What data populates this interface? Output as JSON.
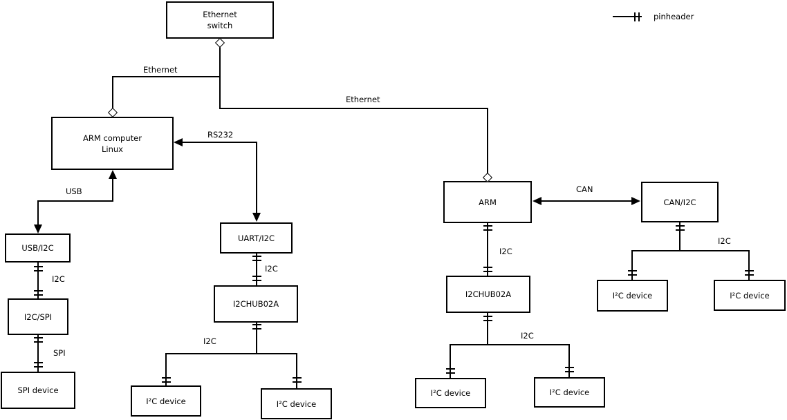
{
  "nodes": {
    "ethernet_switch": {
      "label": "Ethernet\nswitch"
    },
    "arm_computer": {
      "label": "ARM computer\nLinux"
    },
    "usb_i2c": {
      "label": "USB/I2C"
    },
    "i2c_spi": {
      "label": "I2C/SPI"
    },
    "spi_device": {
      "label": "SPI device"
    },
    "uart_i2c": {
      "label": "UART/I2C"
    },
    "i2c_hub_mid": {
      "label": "I2CHUB02A"
    },
    "i2c_device_mid_left": {
      "label": "I²C device"
    },
    "i2c_device_mid_right": {
      "label": "I²C device"
    },
    "arm": {
      "label": "ARM"
    },
    "i2c_hub_right": {
      "label": "I2CHUB02A"
    },
    "i2c_device_right_left": {
      "label": "I²C device"
    },
    "i2c_device_right_right": {
      "label": "I²C device"
    },
    "can_i2c": {
      "label": "CAN/I2C"
    },
    "i2c_device_can_left": {
      "label": "I²C device"
    },
    "i2c_device_can_right": {
      "label": "I²C device"
    }
  },
  "edge_labels": {
    "ethernet_left": "Ethernet",
    "ethernet_right": "Ethernet",
    "rs232": "RS232",
    "usb": "USB",
    "can": "CAN",
    "i2c_usb": "I2C",
    "spi": "SPI",
    "i2c_uart": "I2C",
    "i2c_mid_branch": "I2C",
    "i2c_arm": "I2C",
    "i2c_right_branch": "I2C",
    "i2c_can_branch": "I2C"
  },
  "legend": {
    "label": "pinheader"
  },
  "colors": {
    "line": "#000000",
    "background": "#ffffff",
    "box_fill": "#ffffff"
  }
}
